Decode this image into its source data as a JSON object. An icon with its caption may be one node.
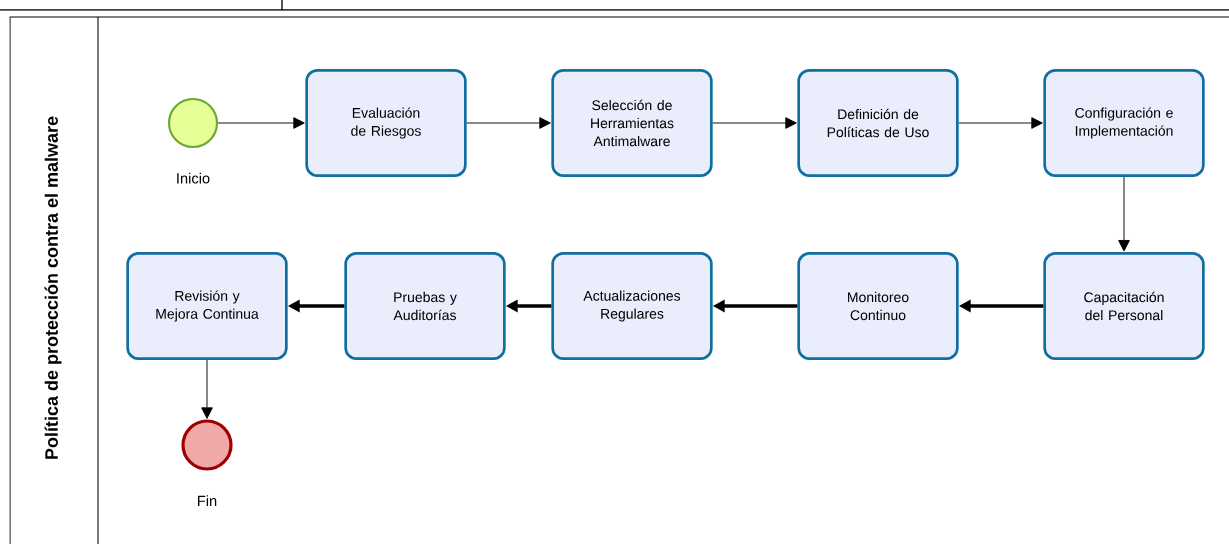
{
  "diagram": {
    "nodes": [
      {
        "text": [
          "Política de protección contra el malware"
        ]
      },
      {
        "text": [],
        "shape": "circle",
        "beside": [
          "Inicio"
        ],
        "in": 0
      },
      {
        "text": [
          "Evaluación de Riesgos"
        ],
        "in": 0
      },
      {
        "text": [
          "Selección de Herramientas Antimalware"
        ],
        "in": 0
      },
      {
        "text": [
          "Definición de Políticas de Uso"
        ],
        "in": 0
      },
      {
        "text": [
          "Configuración e Implementación"
        ],
        "in": 0
      },
      {
        "text": [
          "Capacitación del Personal"
        ],
        "in": 0
      },
      {
        "text": [
          "Monitoreo Continuo"
        ],
        "in": 0
      },
      {
        "text": [
          "Actualizaciones Regulares"
        ],
        "in": 0
      },
      {
        "text": [
          "Pruebas y Auditorías"
        ],
        "in": 0
      },
      {
        "text": [
          "Revisión y Mejora Continua"
        ],
        "in": 0
      },
      {
        "text": [],
        "shape": "circle",
        "beside": [
          "Fin"
        ],
        "in": 0
      }
    ],
    "edges": [
      {
        "from": 1,
        "to": 2,
        "arrow": "to"
      },
      {
        "from": 2,
        "to": 3,
        "arrow": "to"
      },
      {
        "from": 3,
        "to": 4,
        "arrow": "to"
      },
      {
        "from": 4,
        "to": 5,
        "arrow": "to"
      },
      {
        "from": 5,
        "to": 6,
        "arrow": "to"
      },
      {
        "from": 6,
        "to": 7,
        "arrow": "to",
        "style": "thick"
      },
      {
        "from": 7,
        "to": 8,
        "arrow": "to",
        "style": "thick"
      },
      {
        "from": 8,
        "to": 9,
        "arrow": "to",
        "style": "thick"
      },
      {
        "from": 9,
        "to": 10,
        "arrow": "to",
        "style": "thick"
      },
      {
        "from": 10,
        "to": 11,
        "arrow": "to"
      }
    ]
  }
}
